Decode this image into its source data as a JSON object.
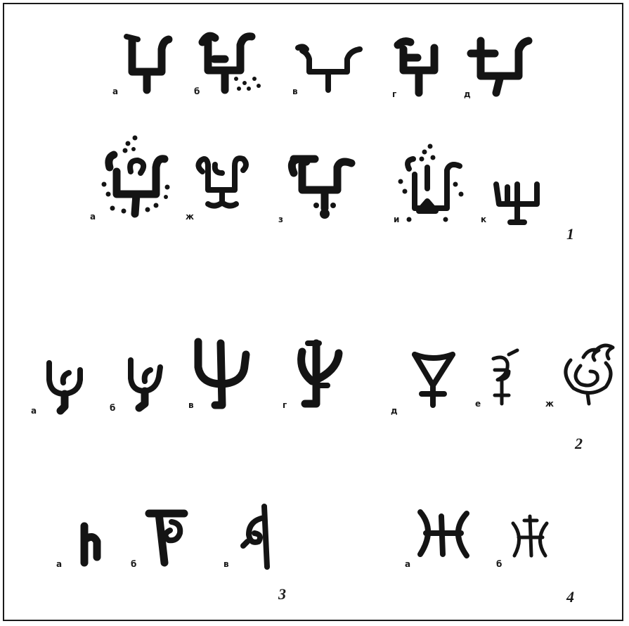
{
  "colors": {
    "ink": "#141414",
    "paper": "#ffffff",
    "border": "#1a1a1a"
  },
  "groups": [
    {
      "number": "1",
      "letters": [
        "а",
        "б",
        "в",
        "г",
        "д",
        "а",
        "ж",
        "з",
        "и",
        "к"
      ]
    },
    {
      "number": "2",
      "letters": [
        "а",
        "б",
        "в",
        "г",
        "д",
        "е",
        "ж"
      ]
    },
    {
      "number": "3",
      "letters": [
        "а",
        "б",
        "в"
      ]
    },
    {
      "number": "4",
      "letters": [
        "а",
        "б"
      ]
    }
  ]
}
